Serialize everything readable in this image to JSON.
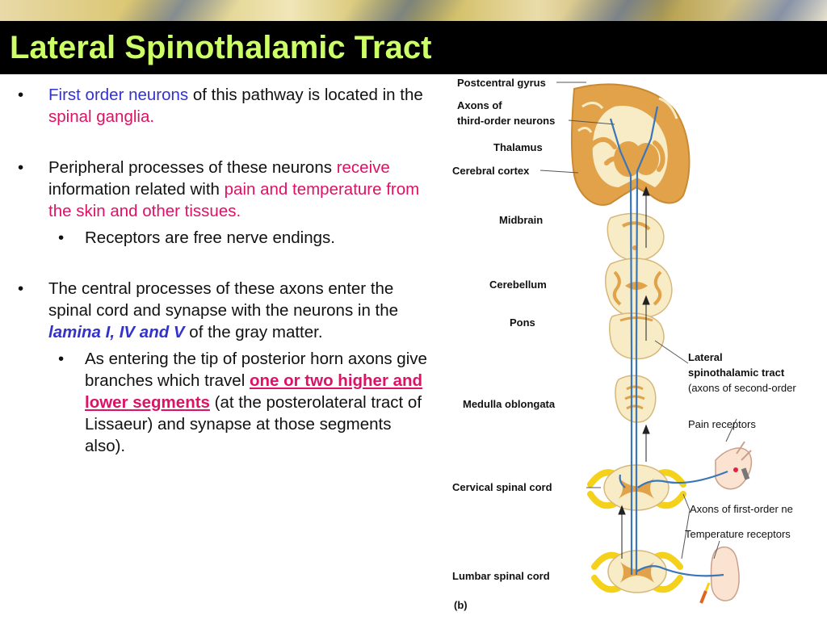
{
  "slide": {
    "title": "Lateral Spinothalamic Tract"
  },
  "bullets": {
    "b1": {
      "p1": "First order neurons",
      "p2": " of this pathway is located in the ",
      "p3": "spinal ganglia."
    },
    "b2": {
      "p1": "Peripheral processes of these neurons ",
      "p2": "receive",
      "p3": " information related with ",
      "p4": "pain and temperature from the skin and other tissues."
    },
    "b2_sub": "Receptors are free nerve endings.",
    "b3": {
      "p1": "The central processes of these axons enter the spinal cord and synapse with the neurons in the ",
      "p2": "lamina I, IV and V",
      "p3": " of the gray matter."
    },
    "b3_sub": {
      "p1": "As entering the tip of posterior horn axons give branches which travel ",
      "p2": "one or two higher and lower segments",
      "p3": " (at the posterolateral tract of Lissaeur) and synapse at those segments also)."
    }
  },
  "diagram": {
    "labels": {
      "postcentral_gyrus": "Postcentral gyrus",
      "axons_third_1": "Axons of",
      "axons_third_2": "third-order neurons",
      "thalamus": "Thalamus",
      "cerebral_cortex": "Cerebral cortex",
      "midbrain": "Midbrain",
      "cerebellum": "Cerebellum",
      "pons": "Pons",
      "lateral_1": "Lateral",
      "lateral_2": "spinothalamic tract",
      "lateral_3": "(axons of second-order",
      "medulla": "Medulla oblongata",
      "pain_receptors": "Pain receptors",
      "cervical": "Cervical spinal cord",
      "axons_first": "Axons of first-order ne",
      "temperature_receptors": "Temperature receptors",
      "lumbar": "Lumbar spinal cord",
      "panel": "(b)"
    },
    "colors": {
      "gray_matter": "#e2a24a",
      "white_matter": "#f7ecc6",
      "tract": "#3a76b8",
      "dorsal_root": "#f4d21c"
    }
  }
}
